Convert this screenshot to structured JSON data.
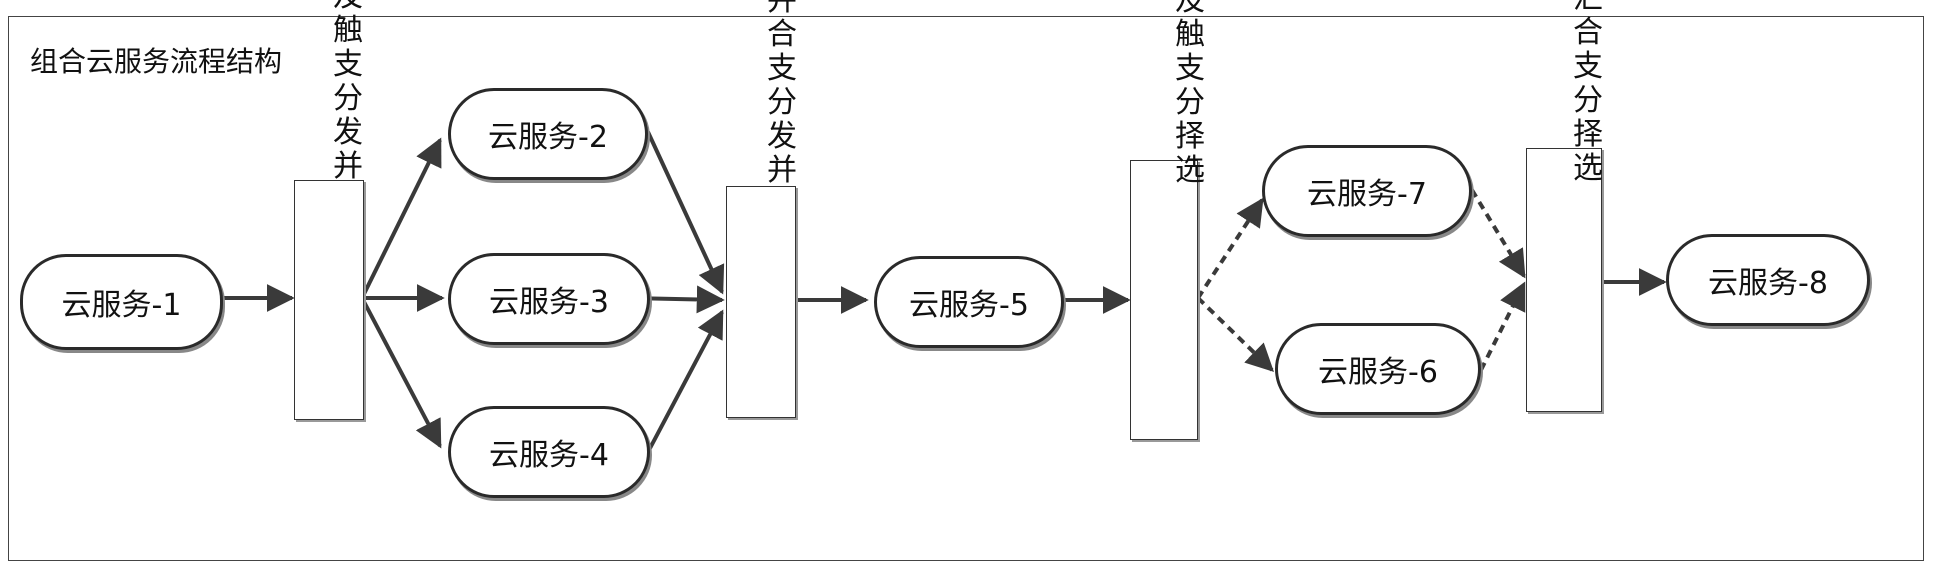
{
  "diagram": {
    "title": "组合云服务流程结构",
    "nodes": [
      {
        "id": "s1",
        "label": "云服务-1"
      },
      {
        "id": "s2",
        "label": "云服务-2"
      },
      {
        "id": "s3",
        "label": "云服务-3"
      },
      {
        "id": "s4",
        "label": "云服务-4"
      },
      {
        "id": "s5",
        "label": "云服务-5"
      },
      {
        "id": "s7",
        "label": "云服务-7"
      },
      {
        "id": "s6",
        "label": "云服务-6"
      },
      {
        "id": "s8",
        "label": "云服务-8"
      }
    ],
    "gateways": [
      {
        "id": "g1",
        "chars": [
          "及",
          "触",
          "支",
          "分",
          "发",
          "并"
        ]
      },
      {
        "id": "g2",
        "chars": [
          "并",
          "合",
          "支",
          "分",
          "发",
          "并"
        ]
      },
      {
        "id": "g3",
        "chars": [
          "及",
          "触",
          "支",
          "分",
          "择",
          "选"
        ]
      },
      {
        "id": "g4",
        "chars": [
          "汇",
          "合",
          "支",
          "分",
          "择",
          "选"
        ]
      }
    ],
    "edges": [
      {
        "from": "s1",
        "to": "g1",
        "style": "solid"
      },
      {
        "from": "g1",
        "to": "s2",
        "style": "solid"
      },
      {
        "from": "g1",
        "to": "s3",
        "style": "solid"
      },
      {
        "from": "g1",
        "to": "s4",
        "style": "solid"
      },
      {
        "from": "s2",
        "to": "g2",
        "style": "solid"
      },
      {
        "from": "s3",
        "to": "g2",
        "style": "solid"
      },
      {
        "from": "s4",
        "to": "g2",
        "style": "solid"
      },
      {
        "from": "g2",
        "to": "s5",
        "style": "solid"
      },
      {
        "from": "s5",
        "to": "g3",
        "style": "solid"
      },
      {
        "from": "g3",
        "to": "s7",
        "style": "dashed"
      },
      {
        "from": "g3",
        "to": "s6",
        "style": "dashed"
      },
      {
        "from": "s7",
        "to": "g4",
        "style": "dashed"
      },
      {
        "from": "s6",
        "to": "g4",
        "style": "dashed"
      },
      {
        "from": "g4",
        "to": "s8",
        "style": "solid"
      }
    ],
    "colors": {
      "line": "#3a3a3a",
      "border": "#2a2a2a"
    }
  }
}
